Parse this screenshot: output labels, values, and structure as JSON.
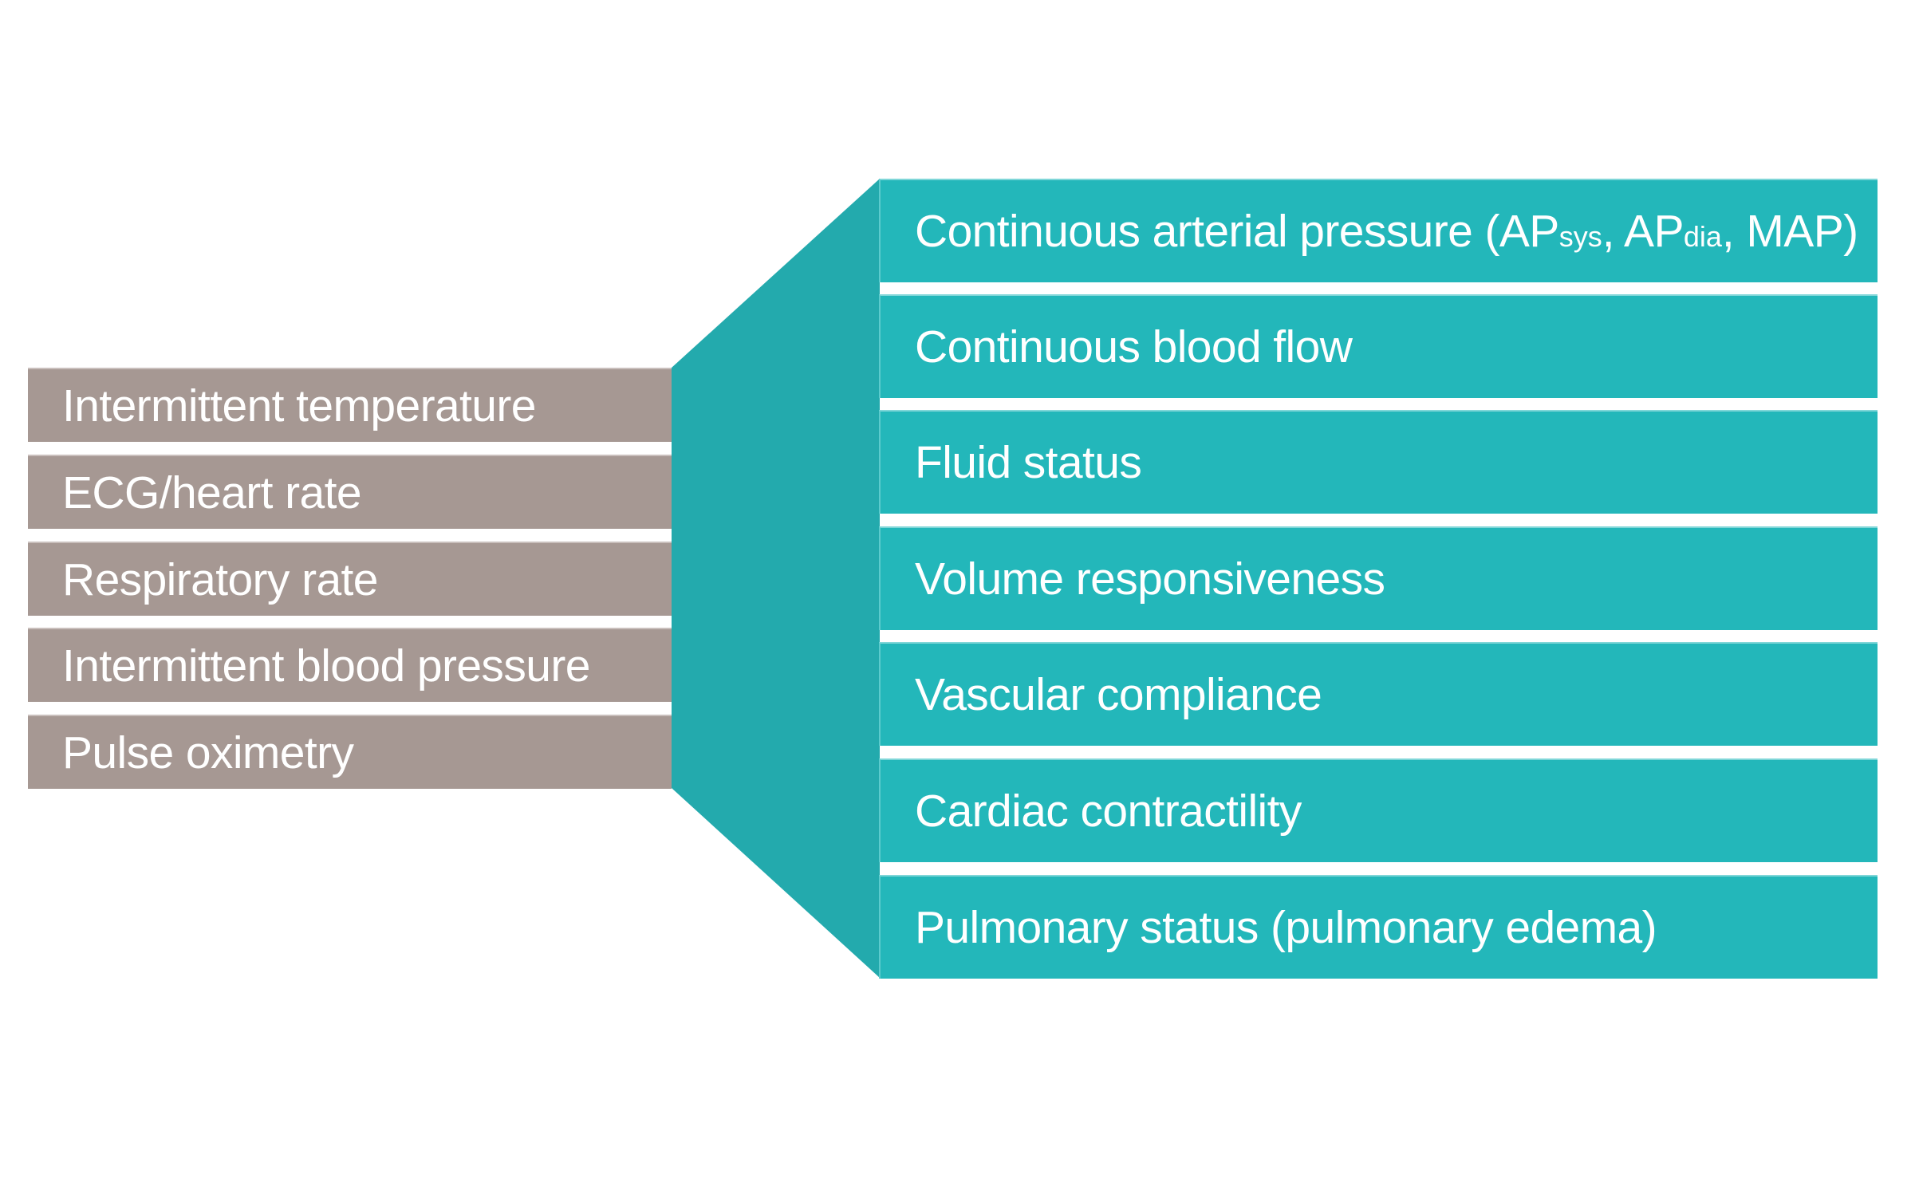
{
  "colors": {
    "background": "#FFFFFF",
    "left_box": "#A69893",
    "funnel": "#23AAAD",
    "right_box": "#23B7BA",
    "text": "#FFFFFF"
  },
  "left_items": [
    {
      "label": "Intermittent temperature"
    },
    {
      "label": "ECG/heart rate"
    },
    {
      "label": "Respiratory rate"
    },
    {
      "label": "Intermittent blood pressure"
    },
    {
      "label": "Pulse oximetry"
    }
  ],
  "right_items": [
    {
      "label": "Continuous arterial pressure",
      "parts": [
        {
          "text": "Continuous arterial pressure (AP",
          "sub": false
        },
        {
          "text": "sys",
          "sub": true
        },
        {
          "text": ", AP",
          "sub": false
        },
        {
          "text": "dia",
          "sub": true
        },
        {
          "text": ", MAP)",
          "sub": false
        }
      ]
    },
    {
      "label": "Continuous blood flow"
    },
    {
      "label": "Fluid status"
    },
    {
      "label": "Volume responsiveness"
    },
    {
      "label": "Vascular compliance"
    },
    {
      "label": "Cardiac contractility"
    },
    {
      "label": "Pulmonary status (pulmonary edema)"
    }
  ]
}
